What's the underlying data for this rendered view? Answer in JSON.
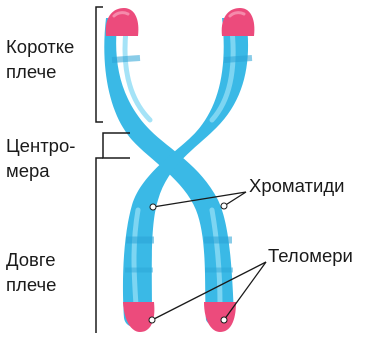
{
  "labels": {
    "short_arm_line1": "Коротке",
    "short_arm_line2": "плече",
    "centromere_line1": "Центро-",
    "centromere_line2": "мера",
    "long_arm_line1": "Довге",
    "long_arm_line2": "плече",
    "chromatids": "Хроматиди",
    "telomeres": "Теломери"
  },
  "colors": {
    "chromatid_body": "#3ab9e6",
    "chromatid_band": "#2aa3d6",
    "chromatid_highlight": "#8fdcf5",
    "telomere": "#ec4b7c",
    "telomere_highlight": "#f58aab",
    "text": "#1a1a1a",
    "bracket": "#1a1a1a"
  }
}
